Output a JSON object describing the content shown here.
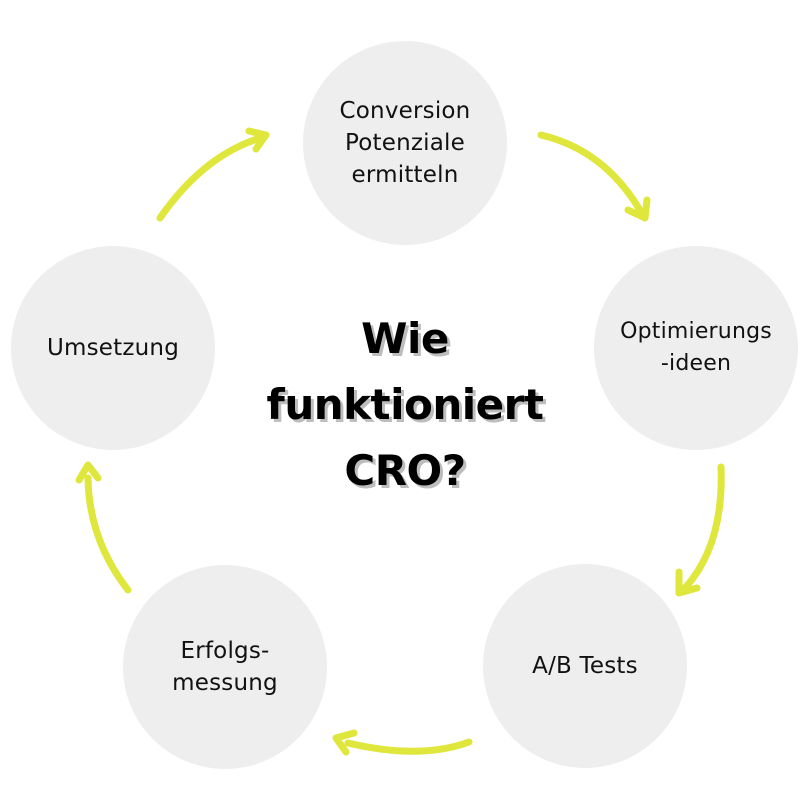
{
  "title": "Wie\nfunktioniert\nCRO?",
  "steps": [
    {
      "id": 1,
      "label": "Conversion\nPotenziale\nermitteln"
    },
    {
      "id": 2,
      "label": "Optimierungs\n-ideen"
    },
    {
      "id": 3,
      "label": "A/B Tests"
    },
    {
      "id": 4,
      "label": "Erfolgs-\nmessung"
    },
    {
      "id": 5,
      "label": "Umsetzung"
    }
  ],
  "colors": {
    "circle_fill": "#eeeeee",
    "arrow": "#dfe63c",
    "text": "#111111"
  },
  "arrows": [
    {
      "from": 1,
      "to": 2,
      "icon": "curved-arrow-down-right-icon"
    },
    {
      "from": 2,
      "to": 3,
      "icon": "curved-arrow-down-left-icon"
    },
    {
      "from": 3,
      "to": 4,
      "icon": "curved-arrow-left-icon"
    },
    {
      "from": 4,
      "to": 5,
      "icon": "curved-arrow-up-icon"
    },
    {
      "from": 5,
      "to": 1,
      "icon": "curved-arrow-up-right-icon"
    }
  ]
}
